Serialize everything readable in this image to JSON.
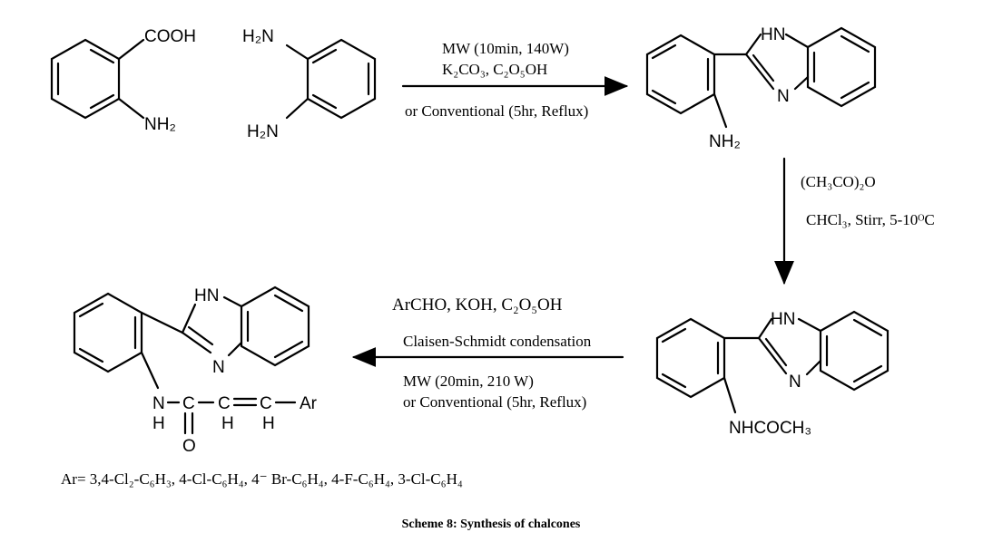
{
  "scheme": {
    "caption": "Scheme 8: Synthesis of chalcones",
    "substituents": {
      "prefix": "Ar= ",
      "list": "3,4-Cl₂-C₆H₃, 4-Cl-C₆H₄, 4⁻ Br-C₆H₄, 4-F-C₆H₄, 3-Cl-C₆H₄"
    }
  },
  "reactant1": {
    "cooh": "COOH",
    "nh2": "NH₂"
  },
  "reactant2": {
    "nh2_top": "H₂N",
    "nh2_bottom": "H₂N"
  },
  "step1": {
    "line1": "MW (10min, 140W)",
    "line2": "K₂CO₃, C₂O₅OH",
    "line3": "or Conventional (5hr, Reflux)"
  },
  "product1": {
    "nh": "HN",
    "n": "N",
    "nh2": "NH₂"
  },
  "step2": {
    "line1": "(CH₃CO)₂O",
    "line2": "CHCl₃, Stirr, 5-10ᴼC"
  },
  "product2": {
    "nh": "HN",
    "n": "N",
    "sub": "NHCOCH₃"
  },
  "step3": {
    "line1": "ArCHO, KOH, C₂O₅OH",
    "line2": "Claisen-Schmidt condensation",
    "line3": "MW (20min, 210 W)",
    "line4": "or Conventional (5hr, Reflux)"
  },
  "product3": {
    "nh": "HN",
    "n": "N",
    "chain_n": "N",
    "chain_c1": "C",
    "chain_c2": "C",
    "chain_c3": "C",
    "chain_ar": "Ar",
    "h_n": "H",
    "h_c2": "H",
    "h_c3": "H",
    "o": "O"
  }
}
